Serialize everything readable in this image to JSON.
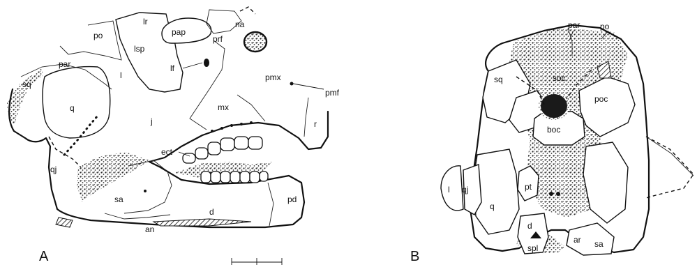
{
  "panels": [
    {
      "letter": "A",
      "labels": {
        "po": "po",
        "lr": "lr",
        "pap": "pap",
        "prf": "prf",
        "na": "na",
        "lsp": "lsp",
        "par": "par",
        "sq": "sq",
        "l": "l",
        "lf": "lf",
        "pmx": "pmx",
        "pmf": "pmf",
        "q": "q",
        "j": "j",
        "mx": "mx",
        "r": "r",
        "ect": "ect",
        "qj": "qj",
        "sa": "sa",
        "d": "d",
        "pd": "pd",
        "an": "an"
      }
    },
    {
      "letter": "B",
      "labels": {
        "par": "par",
        "po": "po",
        "sq": "sq",
        "soc": "soc",
        "poc": "poc",
        "boc": "boc",
        "l": "l",
        "qj": "qj",
        "pt": "pt",
        "q": "q",
        "d": "d",
        "spl": "spl",
        "ar": "ar",
        "sa": "sa"
      }
    }
  ],
  "colors": {
    "ink": "#111111",
    "stipple": "#2a2a2a",
    "paper": "#ffffff"
  }
}
